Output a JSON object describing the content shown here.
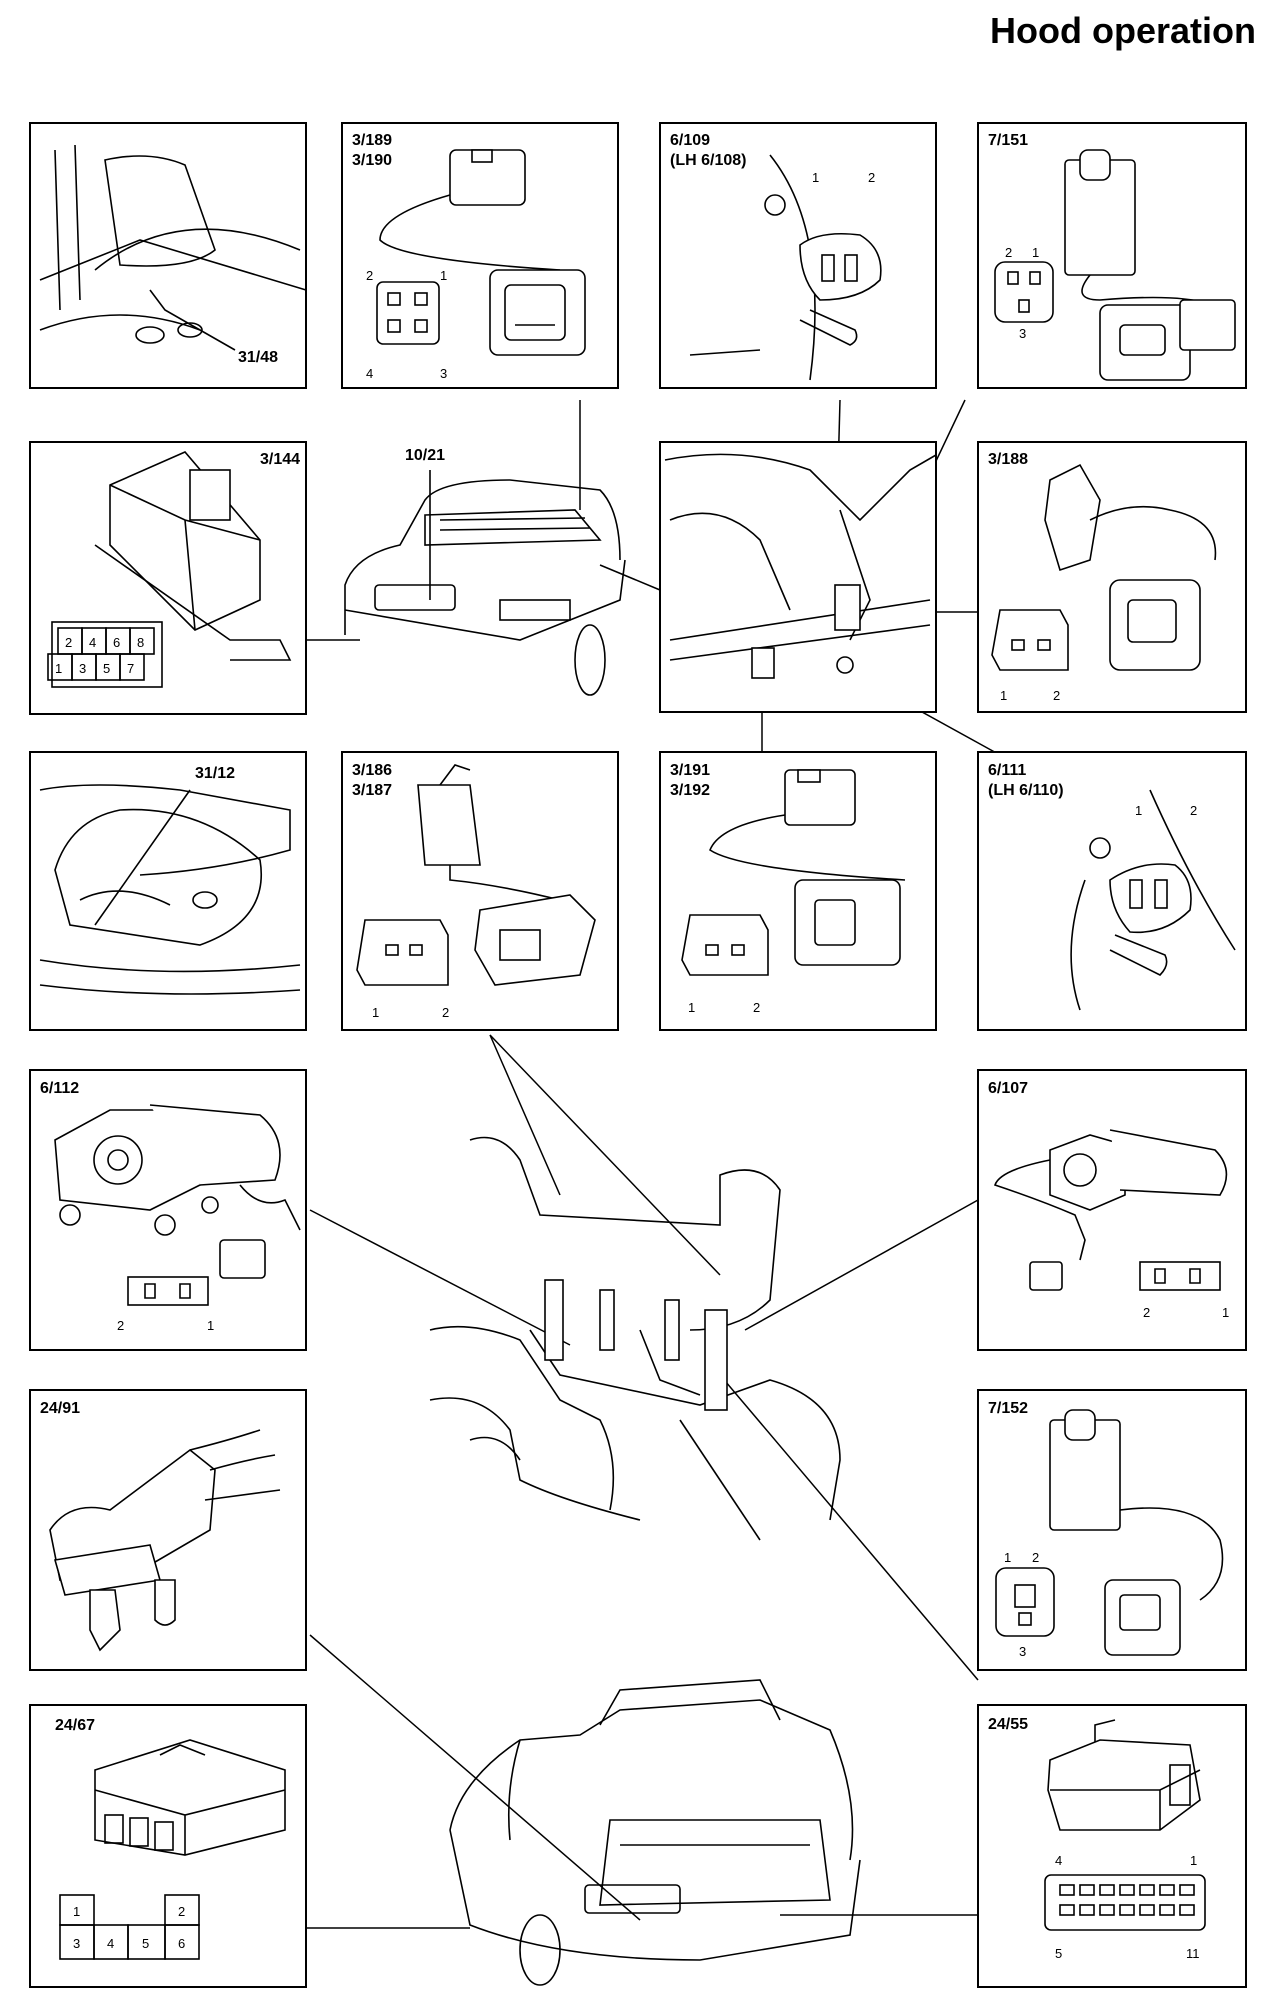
{
  "title": "Hood operation",
  "panels": [
    {
      "id": "p1",
      "labels": [
        "31/48"
      ],
      "pins": []
    },
    {
      "id": "p2",
      "labels": [
        "3/189",
        "3/190"
      ],
      "pins": [
        "2",
        "1",
        "4",
        "3"
      ]
    },
    {
      "id": "p3",
      "labels": [
        "6/109",
        "(LH 6/108)"
      ],
      "pins": [
        "1",
        "2"
      ]
    },
    {
      "id": "p4",
      "labels": [
        "7/151"
      ],
      "pins": [
        "2",
        "1",
        "3"
      ]
    },
    {
      "id": "p5",
      "labels": [
        "3/144"
      ],
      "pins": [
        "2",
        "4",
        "6",
        "8",
        "1",
        "3",
        "5",
        "7"
      ]
    },
    {
      "id": "p6",
      "labels": [
        "10/21"
      ],
      "pins": []
    },
    {
      "id": "p7",
      "labels": [],
      "pins": []
    },
    {
      "id": "p8",
      "labels": [
        "3/188"
      ],
      "pins": [
        "1",
        "2"
      ]
    },
    {
      "id": "p9",
      "labels": [
        "31/12"
      ],
      "pins": []
    },
    {
      "id": "p10",
      "labels": [
        "3/186",
        "3/187"
      ],
      "pins": [
        "1",
        "2"
      ]
    },
    {
      "id": "p11",
      "labels": [
        "3/191",
        "3/192"
      ],
      "pins": [
        "1",
        "2"
      ]
    },
    {
      "id": "p12",
      "labels": [
        "6/111",
        "(LH 6/110)"
      ],
      "pins": [
        "1",
        "2"
      ]
    },
    {
      "id": "p13",
      "labels": [
        "6/112"
      ],
      "pins": [
        "2",
        "1"
      ]
    },
    {
      "id": "p14",
      "labels": [
        "6/107"
      ],
      "pins": [
        "2",
        "1"
      ]
    },
    {
      "id": "p15",
      "labels": [
        "24/91"
      ],
      "pins": []
    },
    {
      "id": "p16",
      "labels": [
        "7/152"
      ],
      "pins": [
        "1",
        "2",
        "3"
      ]
    },
    {
      "id": "p17",
      "labels": [
        "24/67"
      ],
      "pins": [
        "1",
        "2",
        "3",
        "4",
        "5",
        "6"
      ]
    },
    {
      "id": "p18",
      "labels": [
        "24/55"
      ],
      "pins": [
        "4",
        "1",
        "5",
        "11"
      ]
    }
  ]
}
